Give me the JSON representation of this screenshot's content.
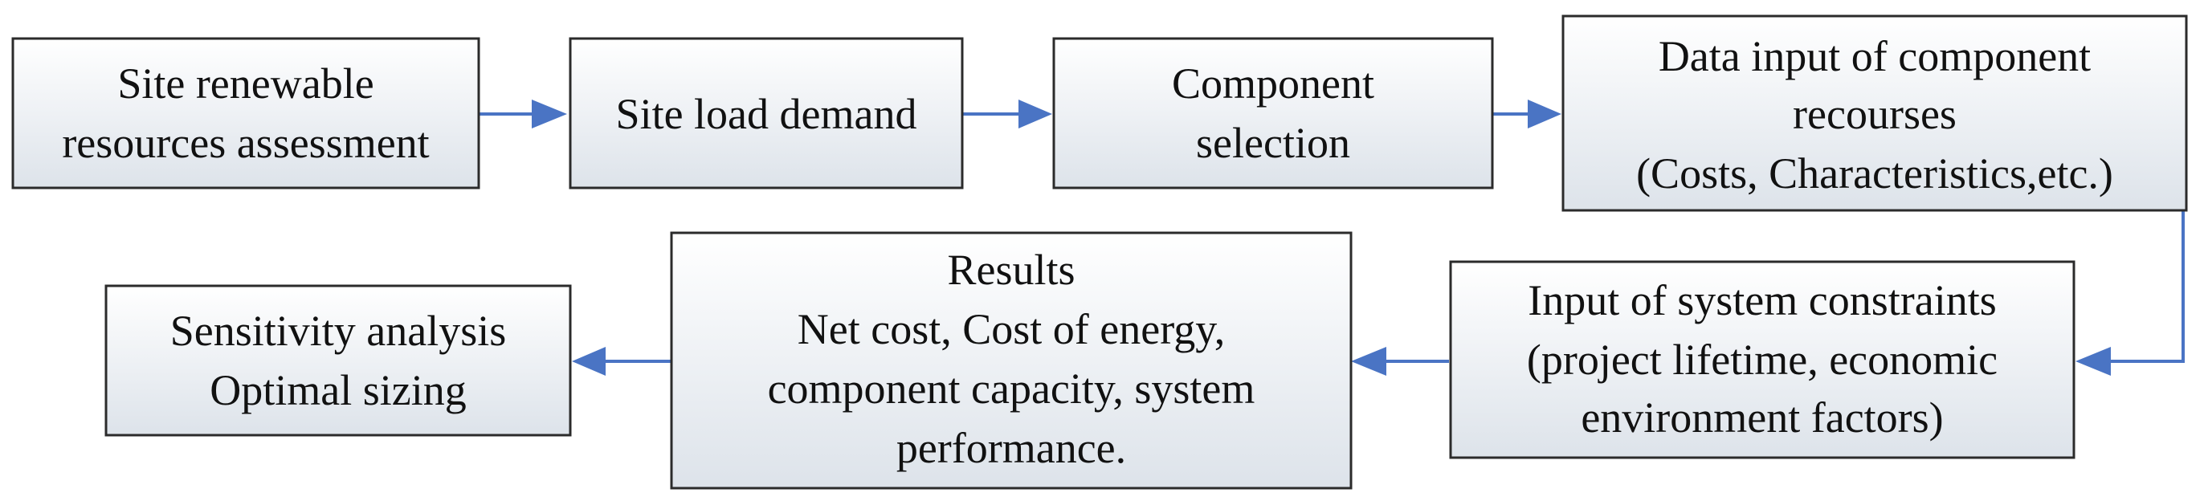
{
  "diagram": {
    "nodes": [
      {
        "id": "n1",
        "lines": [
          "Site renewable",
          "resources assessment"
        ]
      },
      {
        "id": "n2",
        "lines": [
          "Site load demand"
        ]
      },
      {
        "id": "n3",
        "lines": [
          "Component",
          "selection"
        ]
      },
      {
        "id": "n4",
        "lines": [
          "Data input of component",
          "recourses",
          "(Costs, Characteristics,etc.)"
        ]
      },
      {
        "id": "n5",
        "lines": [
          "Input of system constraints",
          "(project lifetime, economic",
          "environment factors)"
        ]
      },
      {
        "id": "n6",
        "lines": [
          "Results",
          "Net cost, Cost of energy,",
          "component capacity, system",
          "performance."
        ]
      },
      {
        "id": "n7",
        "lines": [
          "Sensitivity analysis",
          "Optimal sizing"
        ]
      }
    ],
    "edges": [
      {
        "from": "n1",
        "to": "n2"
      },
      {
        "from": "n2",
        "to": "n3"
      },
      {
        "from": "n3",
        "to": "n4"
      },
      {
        "from": "n4",
        "to": "n5"
      },
      {
        "from": "n5",
        "to": "n6"
      },
      {
        "from": "n6",
        "to": "n7"
      }
    ],
    "colors": {
      "arrow": "#4a74c4",
      "box_border": "#2b2b2b",
      "box_fill_top": "#ffffff",
      "box_fill_bottom": "#dde3ea"
    }
  }
}
